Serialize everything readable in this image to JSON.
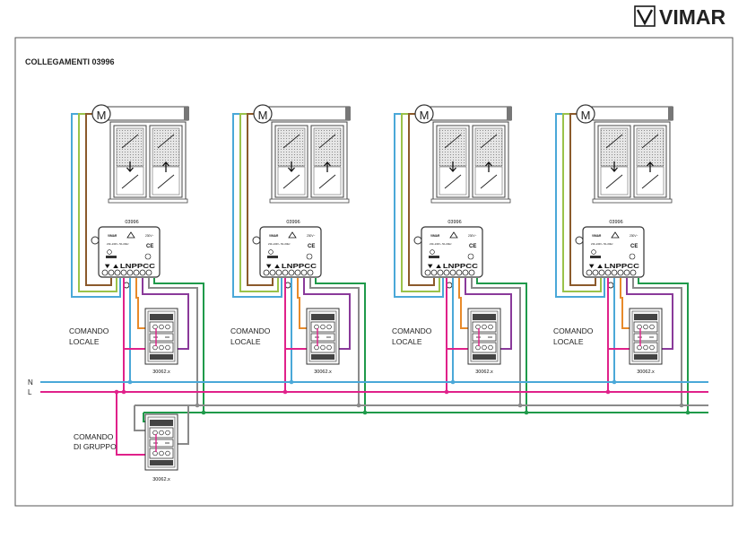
{
  "brand": {
    "name": "VIMAR",
    "logo_icon": "vimar-v-square-icon",
    "color": "#1a1a1a"
  },
  "diagram": {
    "title": "COLLEGAMENTI 03996",
    "module_code": "03996",
    "module_brand": "VIMAR",
    "module_power": "230V~",
    "module_rating": "230~240V~ 50~60Hz",
    "module_mark": "CE",
    "terminal_letters": "▼▲LNPPCC",
    "motor_label": "M",
    "local_control_label_1": "COMANDO",
    "local_control_label_2": "LOCALE",
    "group_control_label_1": "COMANDO",
    "group_control_label_2": "DI GRUPPO",
    "switch_code": "30062.x",
    "line_neutral": "N",
    "line_live": "L",
    "unit_count": 4
  },
  "colors": {
    "neutral_wire": "#4aa8d8",
    "live_wire": "#e0218a",
    "motor_wire_brown": "#8b5a2b",
    "motor_wire_green": "#9ac24a",
    "pp_wire_grey": "#8a8a8a",
    "pp_wire_green": "#1f9a4a",
    "switch_wire_orange": "#e88a2a",
    "switch_wire_purple": "#8a3a9a",
    "frame": "#444444",
    "glass": "#d6d6d6"
  }
}
